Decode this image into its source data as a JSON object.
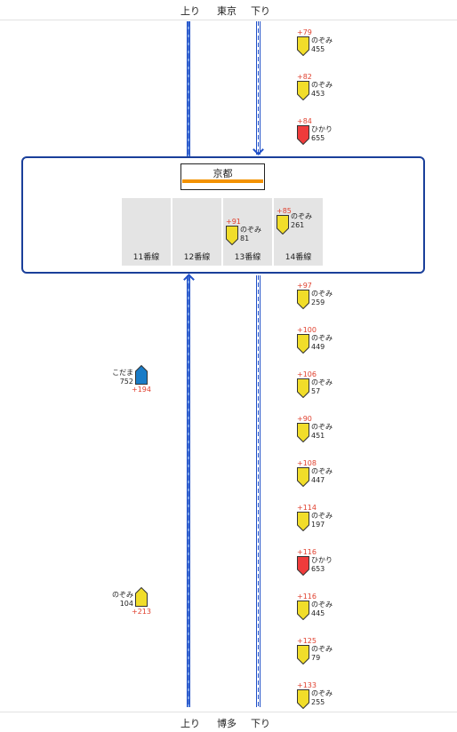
{
  "header": {
    "up": "上り",
    "origin": "東京",
    "down": "下り"
  },
  "footer": {
    "up": "上り",
    "terminal": "博多",
    "down": "下り"
  },
  "station": {
    "name": "京都",
    "platforms": [
      "11番線",
      "12番線",
      "13番線",
      "14番線"
    ]
  },
  "platform_trains": [
    {
      "platform": "13番線",
      "delay": "+91",
      "name": "のぞみ",
      "number": "81",
      "type": "nozomi"
    },
    {
      "platform": "14番線",
      "delay": "+85",
      "name": "のぞみ",
      "number": "261",
      "type": "nozomi"
    }
  ],
  "down_trains": [
    {
      "delay": "+79",
      "name": "のぞみ",
      "number": "455",
      "type": "nozomi"
    },
    {
      "delay": "+82",
      "name": "のぞみ",
      "number": "453",
      "type": "nozomi"
    },
    {
      "delay": "+84",
      "name": "ひかり",
      "number": "655",
      "type": "hikari"
    },
    {
      "delay": "+97",
      "name": "のぞみ",
      "number": "259",
      "type": "nozomi"
    },
    {
      "delay": "+100",
      "name": "のぞみ",
      "number": "449",
      "type": "nozomi"
    },
    {
      "delay": "+106",
      "name": "のぞみ",
      "number": "57",
      "type": "nozomi"
    },
    {
      "delay": "+90",
      "name": "のぞみ",
      "number": "451",
      "type": "nozomi"
    },
    {
      "delay": "+108",
      "name": "のぞみ",
      "number": "447",
      "type": "nozomi"
    },
    {
      "delay": "+114",
      "name": "のぞみ",
      "number": "197",
      "type": "nozomi"
    },
    {
      "delay": "+116",
      "name": "ひかり",
      "number": "653",
      "type": "hikari"
    },
    {
      "delay": "+116",
      "name": "のぞみ",
      "number": "445",
      "type": "nozomi"
    },
    {
      "delay": "+125",
      "name": "のぞみ",
      "number": "79",
      "type": "nozomi"
    },
    {
      "delay": "+133",
      "name": "のぞみ",
      "number": "255",
      "type": "nozomi"
    }
  ],
  "up_trains": [
    {
      "delay": "+194",
      "name": "こだま",
      "number": "752",
      "type": "kodama"
    },
    {
      "delay": "+213",
      "name": "のぞみ",
      "number": "104",
      "type": "nozomi"
    }
  ],
  "colors": {
    "nozomi": "#f1dd2a",
    "hikari": "#ef3b3b",
    "kodama": "#1a7cc7",
    "delay": "#e0412f",
    "track": "#1f4fc8",
    "station_border": "#1a3f9a",
    "station_bar": "#f39200"
  },
  "icons": {
    "down_train": "down-pointing-train-marker",
    "up_train": "up-pointing-train-marker"
  }
}
